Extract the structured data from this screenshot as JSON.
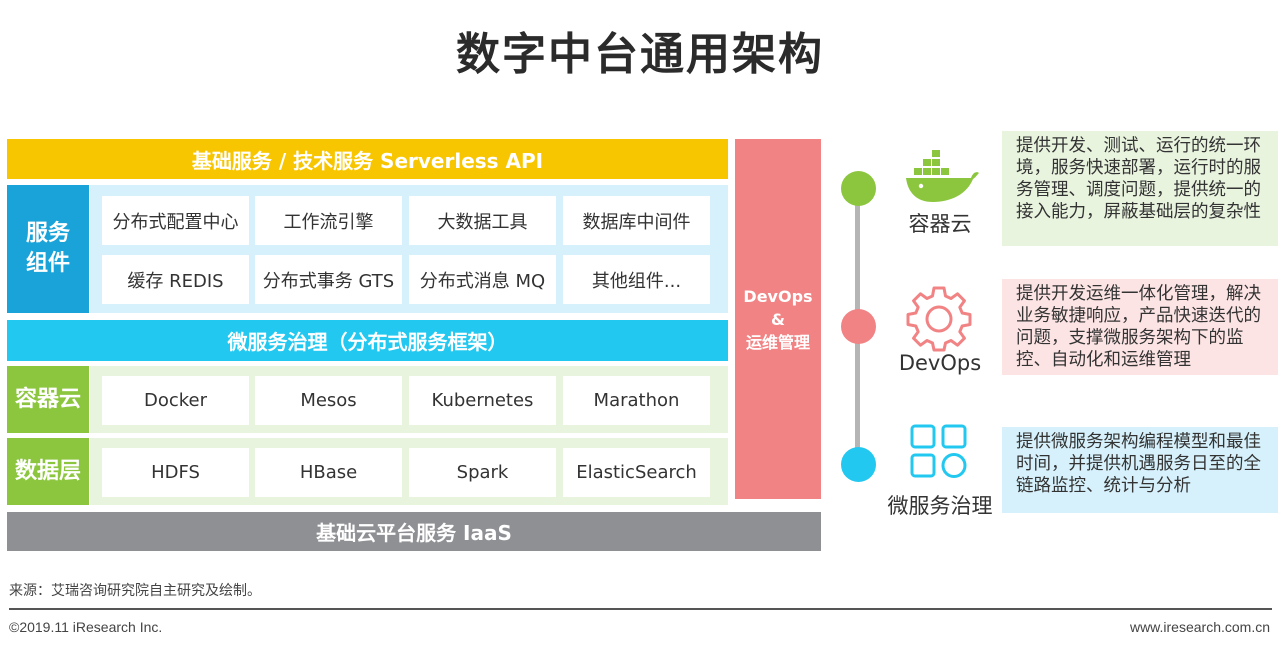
{
  "title": "数字中台通用架构",
  "stack": {
    "top_bar": "基础服务 / 技术服务 Serverless API",
    "service_components": {
      "label_line1": "服务",
      "label_line2": "组件",
      "row1": [
        "分布式配置中心",
        "工作流引擎",
        "大数据工具",
        "数据库中间件"
      ],
      "row2": [
        "缓存 REDIS",
        "分布式事务 GTS",
        "分布式消息 MQ",
        "其他组件..."
      ]
    },
    "microservice_bar": "微服务治理（分布式服务框架）",
    "container_cloud": {
      "label": "容器云",
      "items": [
        "Docker",
        "Mesos",
        "Kubernetes",
        "Marathon"
      ]
    },
    "data_layer": {
      "label": "数据层",
      "items": [
        "HDFS",
        "HBase",
        "Spark",
        "ElasticSearch"
      ]
    },
    "bottom_bar": "基础云平台服务 IaaS",
    "devops_column": {
      "line1": "DevOps",
      "line2": "&",
      "line3": "运维管理"
    }
  },
  "right_panel": [
    {
      "label": "容器云",
      "icon": "docker-whale-icon",
      "dot_color": "#8cc63e",
      "box_color": "#e9f4df",
      "description": "提供开发、测试、运行的统一环境，服务快速部署，运行时的服务管理、调度问题，提供统一的接入能力，屏蔽基础层的复杂性"
    },
    {
      "label": "DevOps",
      "icon": "gear-icon",
      "dot_color": "#f18384",
      "box_color": "#fde4e4",
      "description": "提供开发运维一体化管理，解决业务敏捷响应，产品快速迭代的问题，支撑微服务架构下的监控、自动化和运维管理"
    },
    {
      "label": "微服务治理",
      "icon": "grid-apps-icon",
      "dot_color": "#22c8ef",
      "box_color": "#d6f1fb",
      "description": "提供微服务架构编程模型和最佳时间，并提供机遇服务日至的全链路监控、统计与分析"
    }
  ],
  "footer": {
    "source": "来源：艾瑞咨询研究院自主研究及绘制。",
    "copyright": "©2019.11 iResearch Inc.",
    "website": "www.iresearch.com.cn"
  }
}
